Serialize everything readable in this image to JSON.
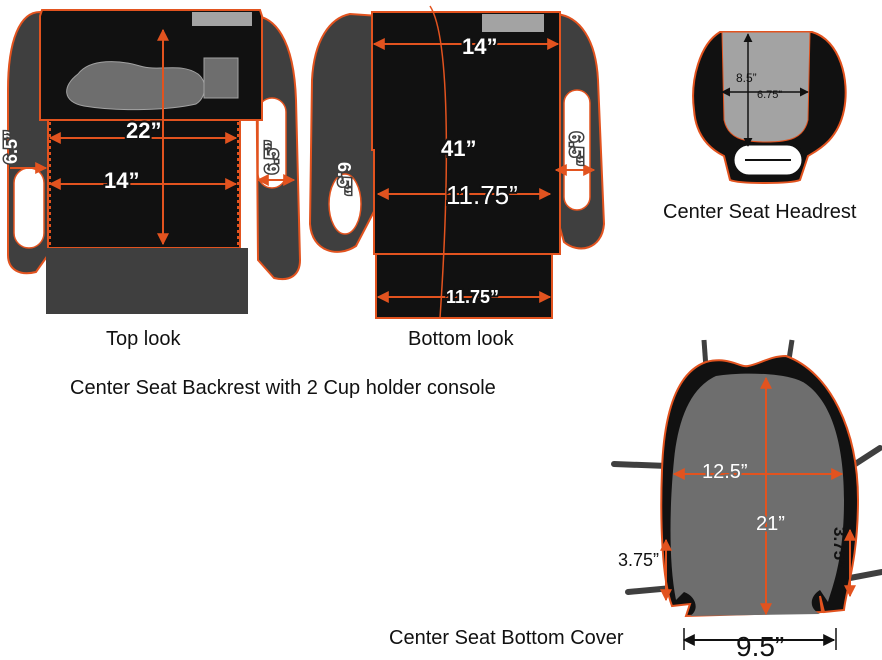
{
  "colors": {
    "black": "#111111",
    "dark_gray": "#3f3f3f",
    "mid_gray": "#6e6e6e",
    "light_gray": "#a3a3a3",
    "orange": "#e2531f",
    "white": "#ffffff"
  },
  "top_look": {
    "caption": "Top look",
    "dims": {
      "overall_width": "22”",
      "inner_width": "14”",
      "left_side": "6.5”",
      "right_side": "6.5”"
    }
  },
  "bottom_look": {
    "caption": "Bottom look",
    "dims": {
      "top_width": "14”",
      "height": "41”",
      "mid_width": "11.75”",
      "bottom_width": "11.75”",
      "left_side": "6.5”",
      "right_side": "6.5”"
    }
  },
  "backrest_caption": "Center Seat Backrest with 2 Cup holder console",
  "headrest": {
    "caption": "Center Seat Headrest",
    "dims": {
      "height": "8.5”",
      "width": "6.75”"
    }
  },
  "bottom_cover": {
    "caption": "Center Seat Bottom Cover",
    "dims": {
      "width": "12.5”",
      "height": "21”",
      "left_side": "3.75”",
      "right_side": "3.75”",
      "bottom_width": "9.5”"
    }
  }
}
